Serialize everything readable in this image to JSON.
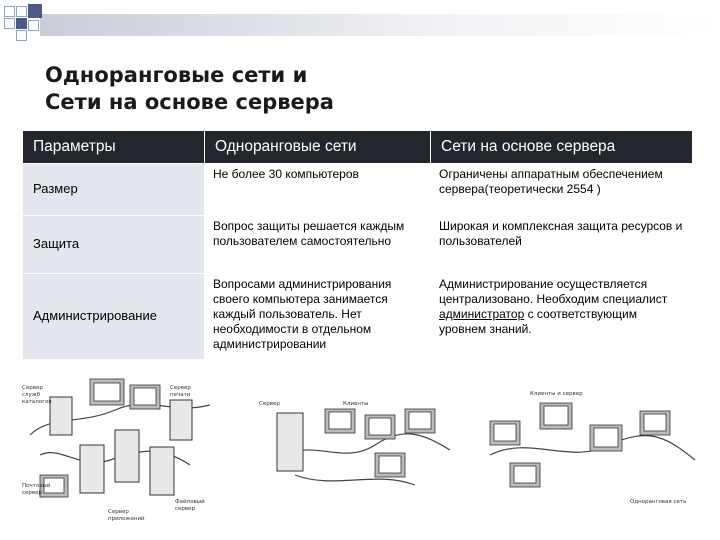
{
  "slide": {
    "title_lines": [
      "Одноранговые сети и",
      "Сети на основе сервера"
    ]
  },
  "table": {
    "headers": [
      "Параметры",
      "Одноранговые сети",
      "Сети на основе сервера"
    ],
    "rows": [
      {
        "label": "Размер",
        "peer": "Не более 30 компьютеров",
        "server": "Ограничены аппаратным обеспечением сервера(теоретически 2554 )"
      },
      {
        "label": "Защита",
        "peer": "Вопрос защиты решается каждым пользователем самостоятельно",
        "server": "Широкая и комплексная защита ресурсов и пользователей"
      },
      {
        "label": "Администрирование",
        "peer": "Вопросами администрирования своего компьютера занимается каждый пользователь. Нет необходимости в отдельном администрировании",
        "server_before": "Администрирование осуществляется централизовано. Необходим специалист",
        "server_link": "администратор",
        "server_after": "с соответствующим уровнем знаний."
      }
    ]
  },
  "diagrams": {
    "left_labels": [
      "Сервер",
      "служб",
      "каталогов",
      "Сервер",
      "печати",
      "Почтовый",
      "сервер",
      "Сервер",
      "приложений",
      "Файловый",
      "сервер"
    ],
    "middle_labels": [
      "Сервер",
      "Клиенты"
    ],
    "right_labels": [
      "Клиенты и сервер",
      "Одноранговая сеть"
    ]
  }
}
